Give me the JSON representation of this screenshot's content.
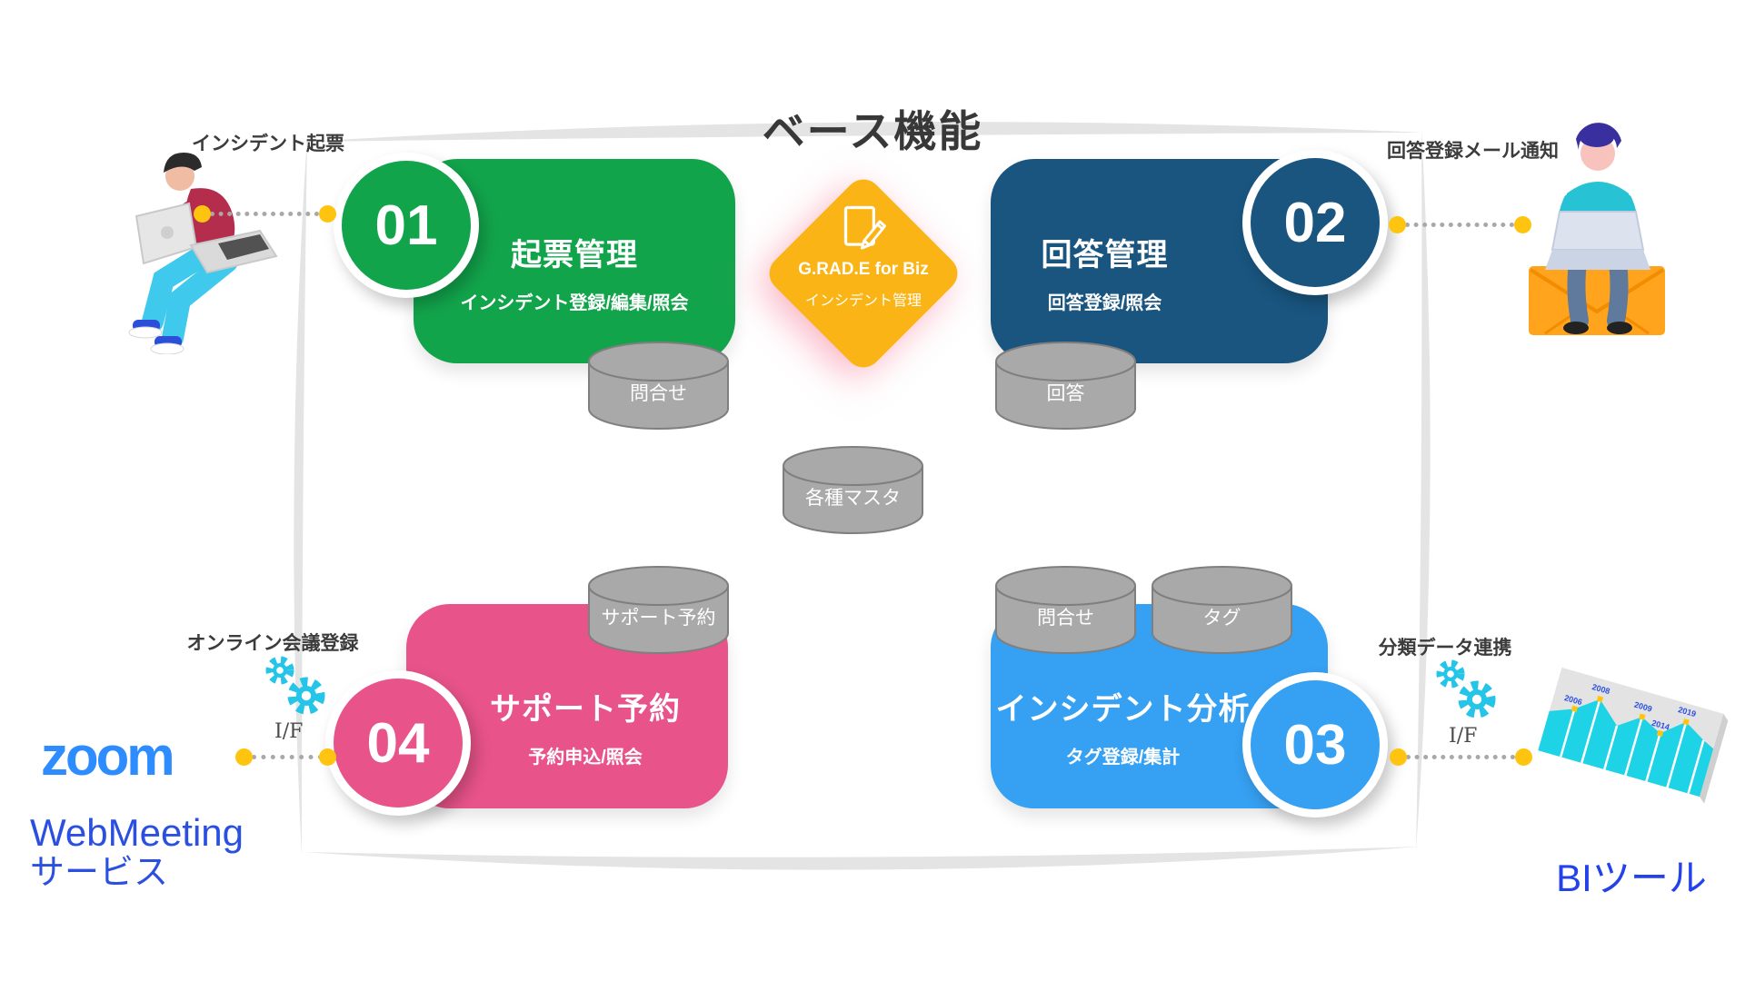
{
  "title": "ベース機能",
  "diamond": {
    "product": "G.RAD.E for Biz",
    "subtitle": "インシデント管理"
  },
  "modules": [
    {
      "number": "01",
      "title": "起票管理",
      "subtitle": "インシデント登録/編集/照会"
    },
    {
      "number": "02",
      "title": "回答管理",
      "subtitle": "回答登録/照会"
    },
    {
      "number": "03",
      "title": "インシデント分析",
      "subtitle": "タグ登録/集計"
    },
    {
      "number": "04",
      "title": "サポート予約",
      "subtitle": "予約申込/照会"
    }
  ],
  "databases": [
    "問合せ",
    "回答",
    "各種マスタ",
    "サポート予約",
    "問合せ",
    "タグ"
  ],
  "connections": [
    {
      "label": "インシデント起票"
    },
    {
      "label": "回答登録メール通知"
    },
    {
      "label": "オンライン会議登録",
      "interface": "I/F"
    },
    {
      "label": "分類データ連携",
      "interface": "I/F"
    }
  ],
  "external_systems": {
    "zoom_wordmark": "zoom",
    "webmeeting_line1": "WebMeeting",
    "webmeeting_line2": "サービス",
    "bi_tool": "BIツール",
    "bi_chart_years": [
      "2006",
      "2008",
      "2009",
      "2014",
      "2019"
    ]
  },
  "colors": {
    "green": "#12A44B",
    "dark_blue": "#19557F",
    "light_blue": "#36A0F2",
    "pink": "#E85389",
    "diamond_yellow": "#FBB415",
    "connector_dot": "#FFC410",
    "cylinder_gray": "#A9A9A9",
    "zoom_blue": "#2D8CFF",
    "text_blue": "#2B50E0",
    "gear_cyan": "#25C5E8"
  }
}
